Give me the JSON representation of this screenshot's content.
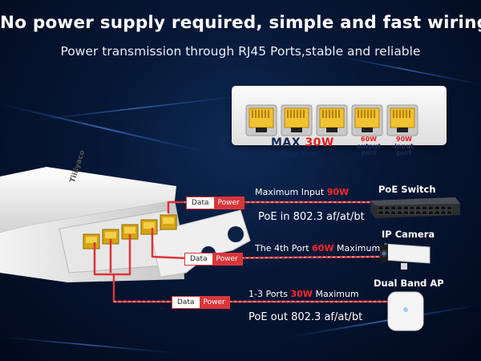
{
  "headline": "No power supply required, simple and fast wiring",
  "subline": "Power transmission through RJ45 Ports,stable and reliable",
  "front_panel": {
    "max_prefix": "MAX ",
    "max_value": "30W",
    "max_caption": "output port",
    "port5_watt": "60W",
    "port5_caption_1": "output",
    "port5_caption_2": "port",
    "port6_watt": "90W",
    "port6_caption_1": "input",
    "port6_caption_2": "port"
  },
  "brand": "Tiiiiyaco",
  "tag_data": "Data",
  "tag_power": "Power",
  "line_top": {
    "prefix": "Maximum Input ",
    "value": "90W"
  },
  "line_top_standard": "PoE in 802.3 af/at/bt",
  "line_mid": {
    "prefix": "The 4th Port ",
    "value": "60W",
    "suffix": " Maximum"
  },
  "line_bottom": {
    "prefix": "1-3 Ports ",
    "value": "30W",
    "suffix": " Maximum"
  },
  "line_bottom_standard": "PoE out 802.3 af/at/bt",
  "devices": {
    "switch": "PoE Switch",
    "camera": "IP Camera",
    "ap": "Dual Band AP"
  },
  "colors": {
    "accent_red": "#d9363a",
    "background": "#061634",
    "text": "#ffffff"
  }
}
